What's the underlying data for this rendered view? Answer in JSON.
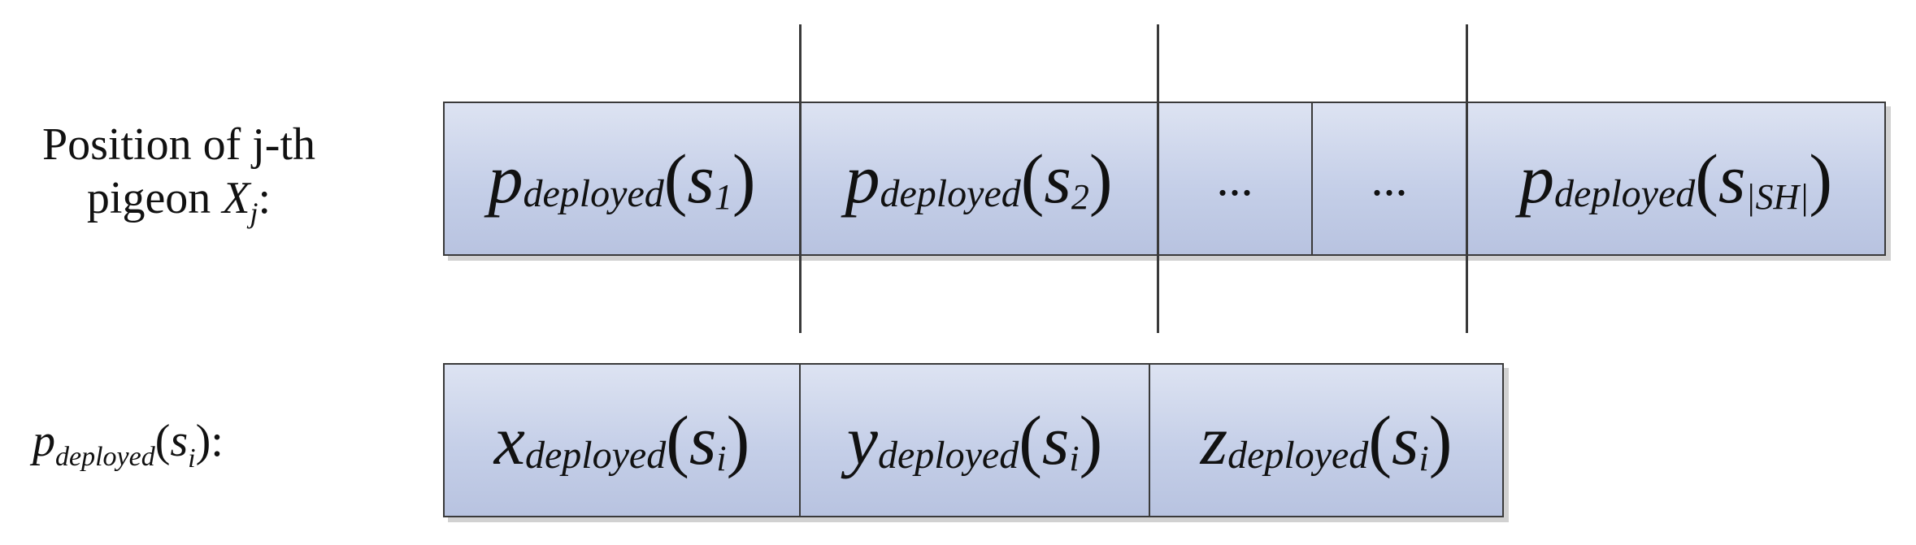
{
  "labels": {
    "top_line1": "Position of j-th",
    "top_line2_prefix": "pigeon ",
    "top_line2_var": "X",
    "top_line2_sub": "j",
    "top_line2_suffix": ":",
    "bottom_var": "p",
    "bottom_sub": "deployed",
    "bottom_arg": "s",
    "bottom_arg_sub": "i",
    "bottom_suffix": "):"
  },
  "top_cells": [
    {
      "var": "p",
      "sub": "deployed",
      "arg": "s",
      "arg_sub": "1"
    },
    {
      "var": "p",
      "sub": "deployed",
      "arg": "s",
      "arg_sub": "2"
    },
    {
      "dots": "..."
    },
    {
      "dots": "..."
    },
    {
      "var": "p",
      "sub": "deployed",
      "arg": "s",
      "arg_sub": "|SH|"
    }
  ],
  "bottom_cells": [
    {
      "var": "x",
      "sub": "deployed",
      "arg": "s",
      "arg_sub": "i"
    },
    {
      "var": "y",
      "sub": "deployed",
      "arg": "s",
      "arg_sub": "i"
    },
    {
      "var": "z",
      "sub": "deployed",
      "arg": "s",
      "arg_sub": "i"
    }
  ],
  "colors": {
    "cell_fill_top": "#dde3f2",
    "cell_fill_bottom": "#b8c3e0",
    "border": "#3a3a3a"
  }
}
